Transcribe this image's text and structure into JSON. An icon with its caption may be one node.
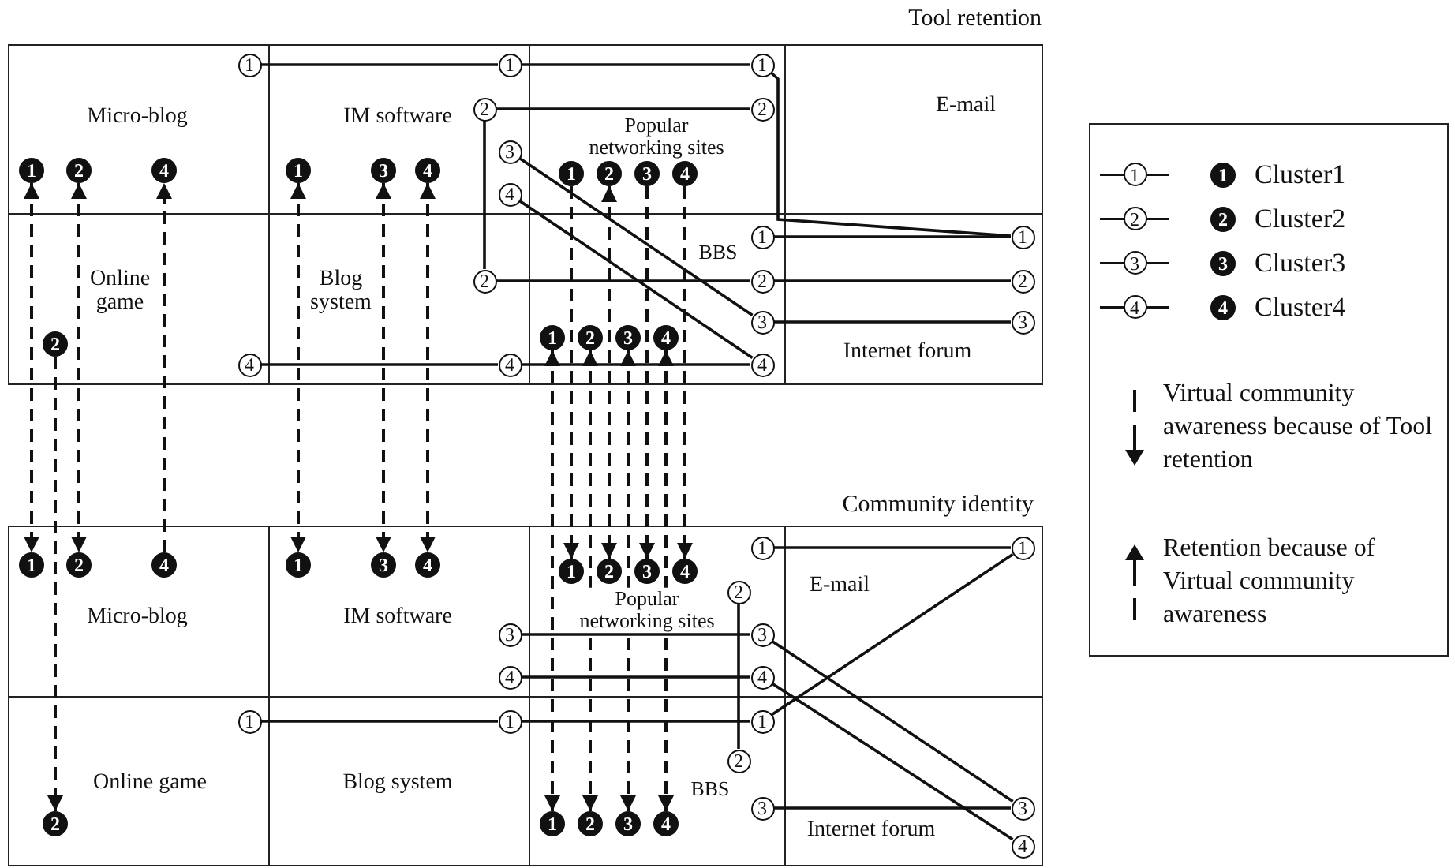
{
  "diagram": {
    "nodes": [
      {
        "text": [
          "Micro-blog"
        ]
      },
      {
        "text": [
          "IM software"
        ]
      },
      {
        "text": [
          "Popular networking sites"
        ]
      },
      {
        "text": [
          "E-mail"
        ]
      },
      {
        "text": [
          "Online game"
        ]
      },
      {
        "text": [
          "Blog system"
        ]
      },
      {
        "text": [
          "BBS"
        ]
      },
      {
        "text": [
          "Internet forum"
        ]
      },
      {
        "text": [
          "1"
        ],
        "in": 0
      },
      {
        "text": [
          "1"
        ],
        "in": 1
      },
      {
        "text": [
          "2"
        ],
        "in": 1
      },
      {
        "text": [
          "3"
        ],
        "in": 1
      },
      {
        "text": [
          "4"
        ],
        "in": 1
      },
      {
        "text": [
          "1"
        ],
        "in": 2
      },
      {
        "text": [
          "2"
        ],
        "in": 2
      },
      {
        "text": [
          "4"
        ],
        "in": 4
      },
      {
        "text": [
          "2"
        ],
        "in": 5
      },
      {
        "text": [
          "4"
        ],
        "in": 5
      },
      {
        "text": [
          "1"
        ],
        "in": 6
      },
      {
        "text": [
          "2"
        ],
        "in": 6
      },
      {
        "text": [
          "3"
        ],
        "in": 6
      },
      {
        "text": [
          "4"
        ],
        "in": 6
      },
      {
        "text": [
          "1"
        ],
        "in": 7
      },
      {
        "text": [
          "2"
        ],
        "in": 7
      },
      {
        "text": [
          "3"
        ],
        "in": 7
      },
      {
        "text": [
          "1"
        ],
        "in": 0
      },
      {
        "text": [
          "2"
        ],
        "in": 0
      },
      {
        "text": [
          "4"
        ],
        "in": 0
      },
      {
        "text": [
          "1"
        ],
        "in": 1
      },
      {
        "text": [
          "3"
        ],
        "in": 1
      },
      {
        "text": [
          "4"
        ],
        "in": 1
      },
      {
        "text": [
          "1"
        ],
        "in": 2
      },
      {
        "text": [
          "2"
        ],
        "in": 2
      },
      {
        "text": [
          "3"
        ],
        "in": 2
      },
      {
        "text": [
          "4"
        ],
        "in": 2
      },
      {
        "text": [
          "2"
        ],
        "in": 4
      },
      {
        "text": [
          "1"
        ],
        "in": 6
      },
      {
        "text": [
          "2"
        ],
        "in": 6
      },
      {
        "text": [
          "3"
        ],
        "in": 6
      },
      {
        "text": [
          "4"
        ],
        "in": 6
      },
      {
        "text": [
          "Micro-blog"
        ]
      },
      {
        "text": [
          "IM software"
        ]
      },
      {
        "text": [
          "Popular networking sites"
        ]
      },
      {
        "text": [
          "E-mail"
        ]
      },
      {
        "text": [
          "Online game"
        ]
      },
      {
        "text": [
          "Blog system"
        ]
      },
      {
        "text": [
          "BBS"
        ]
      },
      {
        "text": [
          "Internet forum"
        ]
      },
      {
        "text": [
          "1"
        ],
        "in": 42
      },
      {
        "text": [
          "2"
        ],
        "in": 42
      },
      {
        "text": [
          "3"
        ],
        "in": 42
      },
      {
        "text": [
          "4"
        ],
        "in": 42
      },
      {
        "text": [
          "3"
        ],
        "in": 41
      },
      {
        "text": [
          "4"
        ],
        "in": 41
      },
      {
        "text": [
          "1"
        ],
        "in": 43
      },
      {
        "text": [
          "1"
        ],
        "in": 44
      },
      {
        "text": [
          "1"
        ],
        "in": 45
      },
      {
        "text": [
          "1"
        ],
        "in": 46
      },
      {
        "text": [
          "2"
        ],
        "in": 46
      },
      {
        "text": [
          "3"
        ],
        "in": 46
      },
      {
        "text": [
          "3"
        ],
        "in": 47
      },
      {
        "text": [
          "4"
        ],
        "in": 47
      },
      {
        "text": [
          "1"
        ],
        "in": 40
      },
      {
        "text": [
          "2"
        ],
        "in": 40
      },
      {
        "text": [
          "4"
        ],
        "in": 40
      },
      {
        "text": [
          "1"
        ],
        "in": 41
      },
      {
        "text": [
          "3"
        ],
        "in": 41
      },
      {
        "text": [
          "4"
        ],
        "in": 41
      },
      {
        "text": [
          "1"
        ],
        "in": 42
      },
      {
        "text": [
          "2"
        ],
        "in": 42
      },
      {
        "text": [
          "3"
        ],
        "in": 42
      },
      {
        "text": [
          "4"
        ],
        "in": 42
      },
      {
        "text": [
          "2"
        ],
        "in": 44
      },
      {
        "text": [
          "1"
        ],
        "in": 46
      },
      {
        "text": [
          "2"
        ],
        "in": 46
      },
      {
        "text": [
          "3"
        ],
        "in": 46
      },
      {
        "text": [
          "4"
        ],
        "in": 46
      }
    ],
    "edges": [
      {
        "from": 8,
        "to": 9,
        "arrow": "none"
      },
      {
        "from": 9,
        "to": 13,
        "arrow": "none"
      },
      {
        "from": 13,
        "to": 22,
        "arrow": "none"
      },
      {
        "from": 18,
        "to": 22,
        "arrow": "none"
      },
      {
        "from": 10,
        "to": 14,
        "arrow": "none"
      },
      {
        "from": 10,
        "to": 16,
        "arrow": "none"
      },
      {
        "from": 16,
        "to": 19,
        "arrow": "none"
      },
      {
        "from": 19,
        "to": 23,
        "arrow": "none"
      },
      {
        "from": 11,
        "to": 20,
        "arrow": "none"
      },
      {
        "from": 20,
        "to": 24,
        "arrow": "none"
      },
      {
        "from": 12,
        "to": 21,
        "arrow": "none"
      },
      {
        "from": 15,
        "to": 17,
        "arrow": "none"
      },
      {
        "from": 17,
        "to": 21,
        "arrow": "none"
      },
      {
        "from": 48,
        "to": 54,
        "arrow": "none"
      },
      {
        "from": 55,
        "to": 56,
        "arrow": "none"
      },
      {
        "from": 56,
        "to": 57,
        "arrow": "none"
      },
      {
        "from": 57,
        "to": 54,
        "arrow": "none"
      },
      {
        "from": 49,
        "to": 58,
        "arrow": "none"
      },
      {
        "from": 52,
        "to": 50,
        "arrow": "none"
      },
      {
        "from": 50,
        "to": 60,
        "arrow": "none"
      },
      {
        "from": 59,
        "to": 60,
        "arrow": "none"
      },
      {
        "from": 53,
        "to": 51,
        "arrow": "none"
      },
      {
        "from": 51,
        "to": 61,
        "arrow": "none"
      },
      {
        "from": 25,
        "to": 62,
        "arrow": "both",
        "style": "dashed"
      },
      {
        "from": 26,
        "to": 63,
        "arrow": "both",
        "style": "dashed"
      },
      {
        "from": 64,
        "to": 27,
        "arrow": "to",
        "style": "dashed"
      },
      {
        "from": 28,
        "to": 65,
        "arrow": "both",
        "style": "dashed"
      },
      {
        "from": 29,
        "to": 66,
        "arrow": "both",
        "style": "dashed"
      },
      {
        "from": 30,
        "to": 67,
        "arrow": "both",
        "style": "dashed"
      },
      {
        "from": 31,
        "to": 68,
        "arrow": "to",
        "style": "dashed"
      },
      {
        "from": 32,
        "to": 69,
        "arrow": "both",
        "style": "dashed"
      },
      {
        "from": 33,
        "to": 70,
        "arrow": "to",
        "style": "dashed"
      },
      {
        "from": 34,
        "to": 71,
        "arrow": "to",
        "style": "dashed"
      },
      {
        "from": 35,
        "to": 72,
        "arrow": "to",
        "style": "dashed"
      },
      {
        "from": 36,
        "to": 73,
        "arrow": "both",
        "style": "dashed"
      },
      {
        "from": 37,
        "to": 74,
        "arrow": "both",
        "style": "dashed"
      },
      {
        "from": 38,
        "to": 75,
        "arrow": "both",
        "style": "dashed"
      },
      {
        "from": 39,
        "to": 76,
        "arrow": "both",
        "style": "dashed"
      }
    ],
    "labels": [
      "Tool retention",
      "Community identity",
      "1",
      "1",
      "2",
      "2",
      "3",
      "3",
      "4",
      "4"
    ],
    "legend": [
      {
        "text": "Cluster1"
      },
      {
        "text": "Cluster2"
      },
      {
        "text": "Cluster3"
      },
      {
        "text": "Cluster4"
      },
      {
        "text": "Virtual community awareness because of Tool retention"
      },
      {
        "text": "Retention because of Virtual community awareness"
      }
    ]
  }
}
